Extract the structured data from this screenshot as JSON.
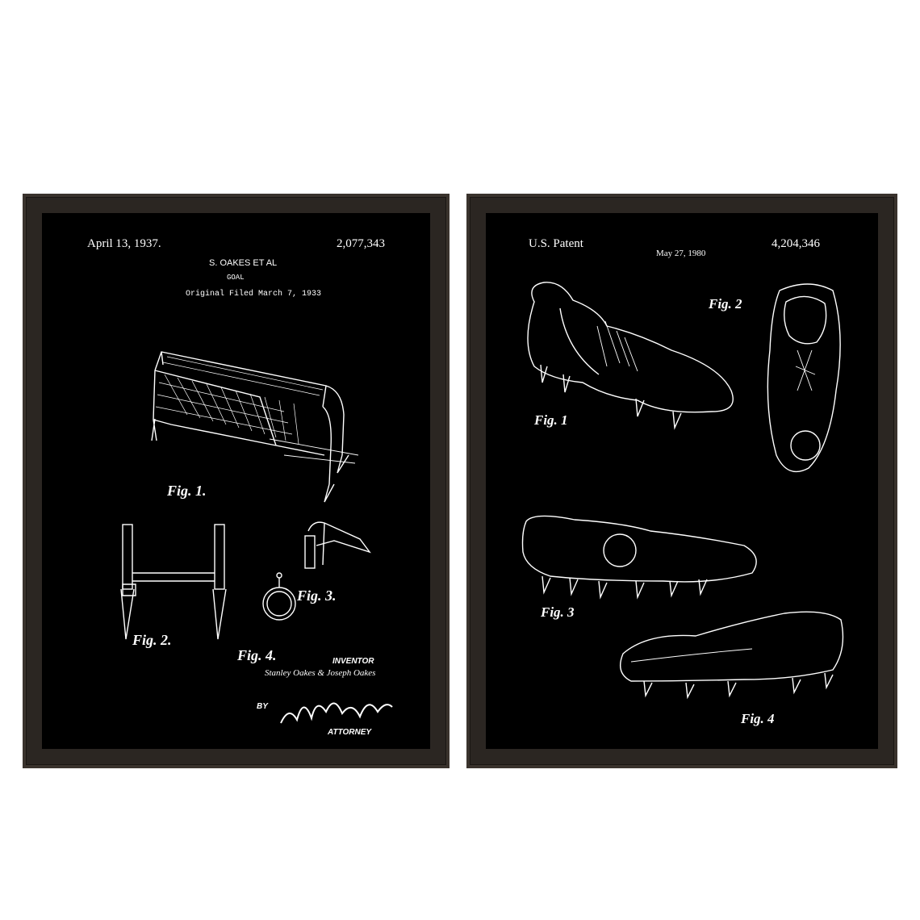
{
  "left_poster": {
    "date": "April 13, 1937.",
    "patent_number": "2,077,343",
    "inventor_header": "S. OAKES ET AL",
    "title": "GOAL",
    "filed": "Original Filed March 7, 1933",
    "fig_labels": [
      "Fig. 1.",
      "Fig. 2.",
      "Fig. 3.",
      "Fig. 4."
    ],
    "inventor_label": "INVENTOR",
    "inventor_names": "Stanley Oakes & Joseph Oakes",
    "by_label": "BY",
    "attorney_label": "ATTORNEY",
    "line_color": "#ffffff",
    "background": "#000000"
  },
  "right_poster": {
    "header_left": "U.S. Patent",
    "date": "May 27, 1980",
    "patent_number": "4,204,346",
    "fig_labels": [
      "Fig. 1",
      "Fig. 2",
      "Fig. 3",
      "Fig. 4"
    ],
    "line_color": "#ffffff",
    "background": "#000000"
  },
  "frame_color": "#2b2622"
}
